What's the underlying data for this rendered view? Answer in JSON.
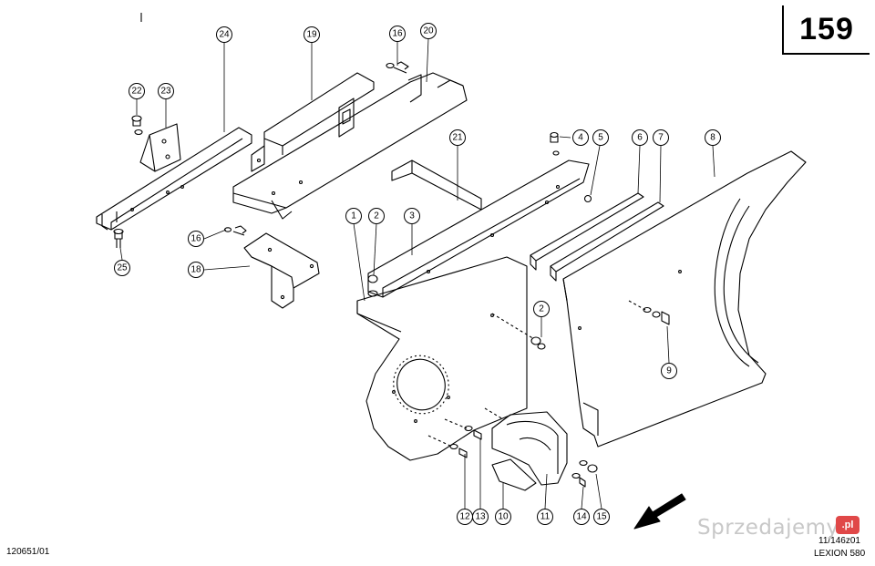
{
  "header": {
    "page_number": "159"
  },
  "footer": {
    "left_code": "120651/01",
    "drawing_code": "11/146z01",
    "model": "LEXION 580"
  },
  "watermark": {
    "text": "Sprzedajemy",
    "badge": ".pl"
  },
  "callouts": [
    {
      "id": "c24",
      "label": "24"
    },
    {
      "id": "c19",
      "label": "19"
    },
    {
      "id": "c16a",
      "label": "16"
    },
    {
      "id": "c20",
      "label": "20"
    },
    {
      "id": "c22",
      "label": "22"
    },
    {
      "id": "c23",
      "label": "23"
    },
    {
      "id": "c4",
      "label": "4"
    },
    {
      "id": "c5",
      "label": "5"
    },
    {
      "id": "c6",
      "label": "6"
    },
    {
      "id": "c7",
      "label": "7"
    },
    {
      "id": "c8",
      "label": "8"
    },
    {
      "id": "c21",
      "label": "21"
    },
    {
      "id": "c1",
      "label": "1"
    },
    {
      "id": "c2a",
      "label": "2"
    },
    {
      "id": "c3",
      "label": "3"
    },
    {
      "id": "c16b",
      "label": "16"
    },
    {
      "id": "c18",
      "label": "18"
    },
    {
      "id": "c25",
      "label": "25"
    },
    {
      "id": "c2b",
      "label": "2"
    },
    {
      "id": "c9",
      "label": "9"
    },
    {
      "id": "c12",
      "label": "12"
    },
    {
      "id": "c13",
      "label": "13"
    },
    {
      "id": "c10",
      "label": "10"
    },
    {
      "id": "c11",
      "label": "11"
    },
    {
      "id": "c14",
      "label": "14"
    },
    {
      "id": "c15",
      "label": "15"
    }
  ]
}
